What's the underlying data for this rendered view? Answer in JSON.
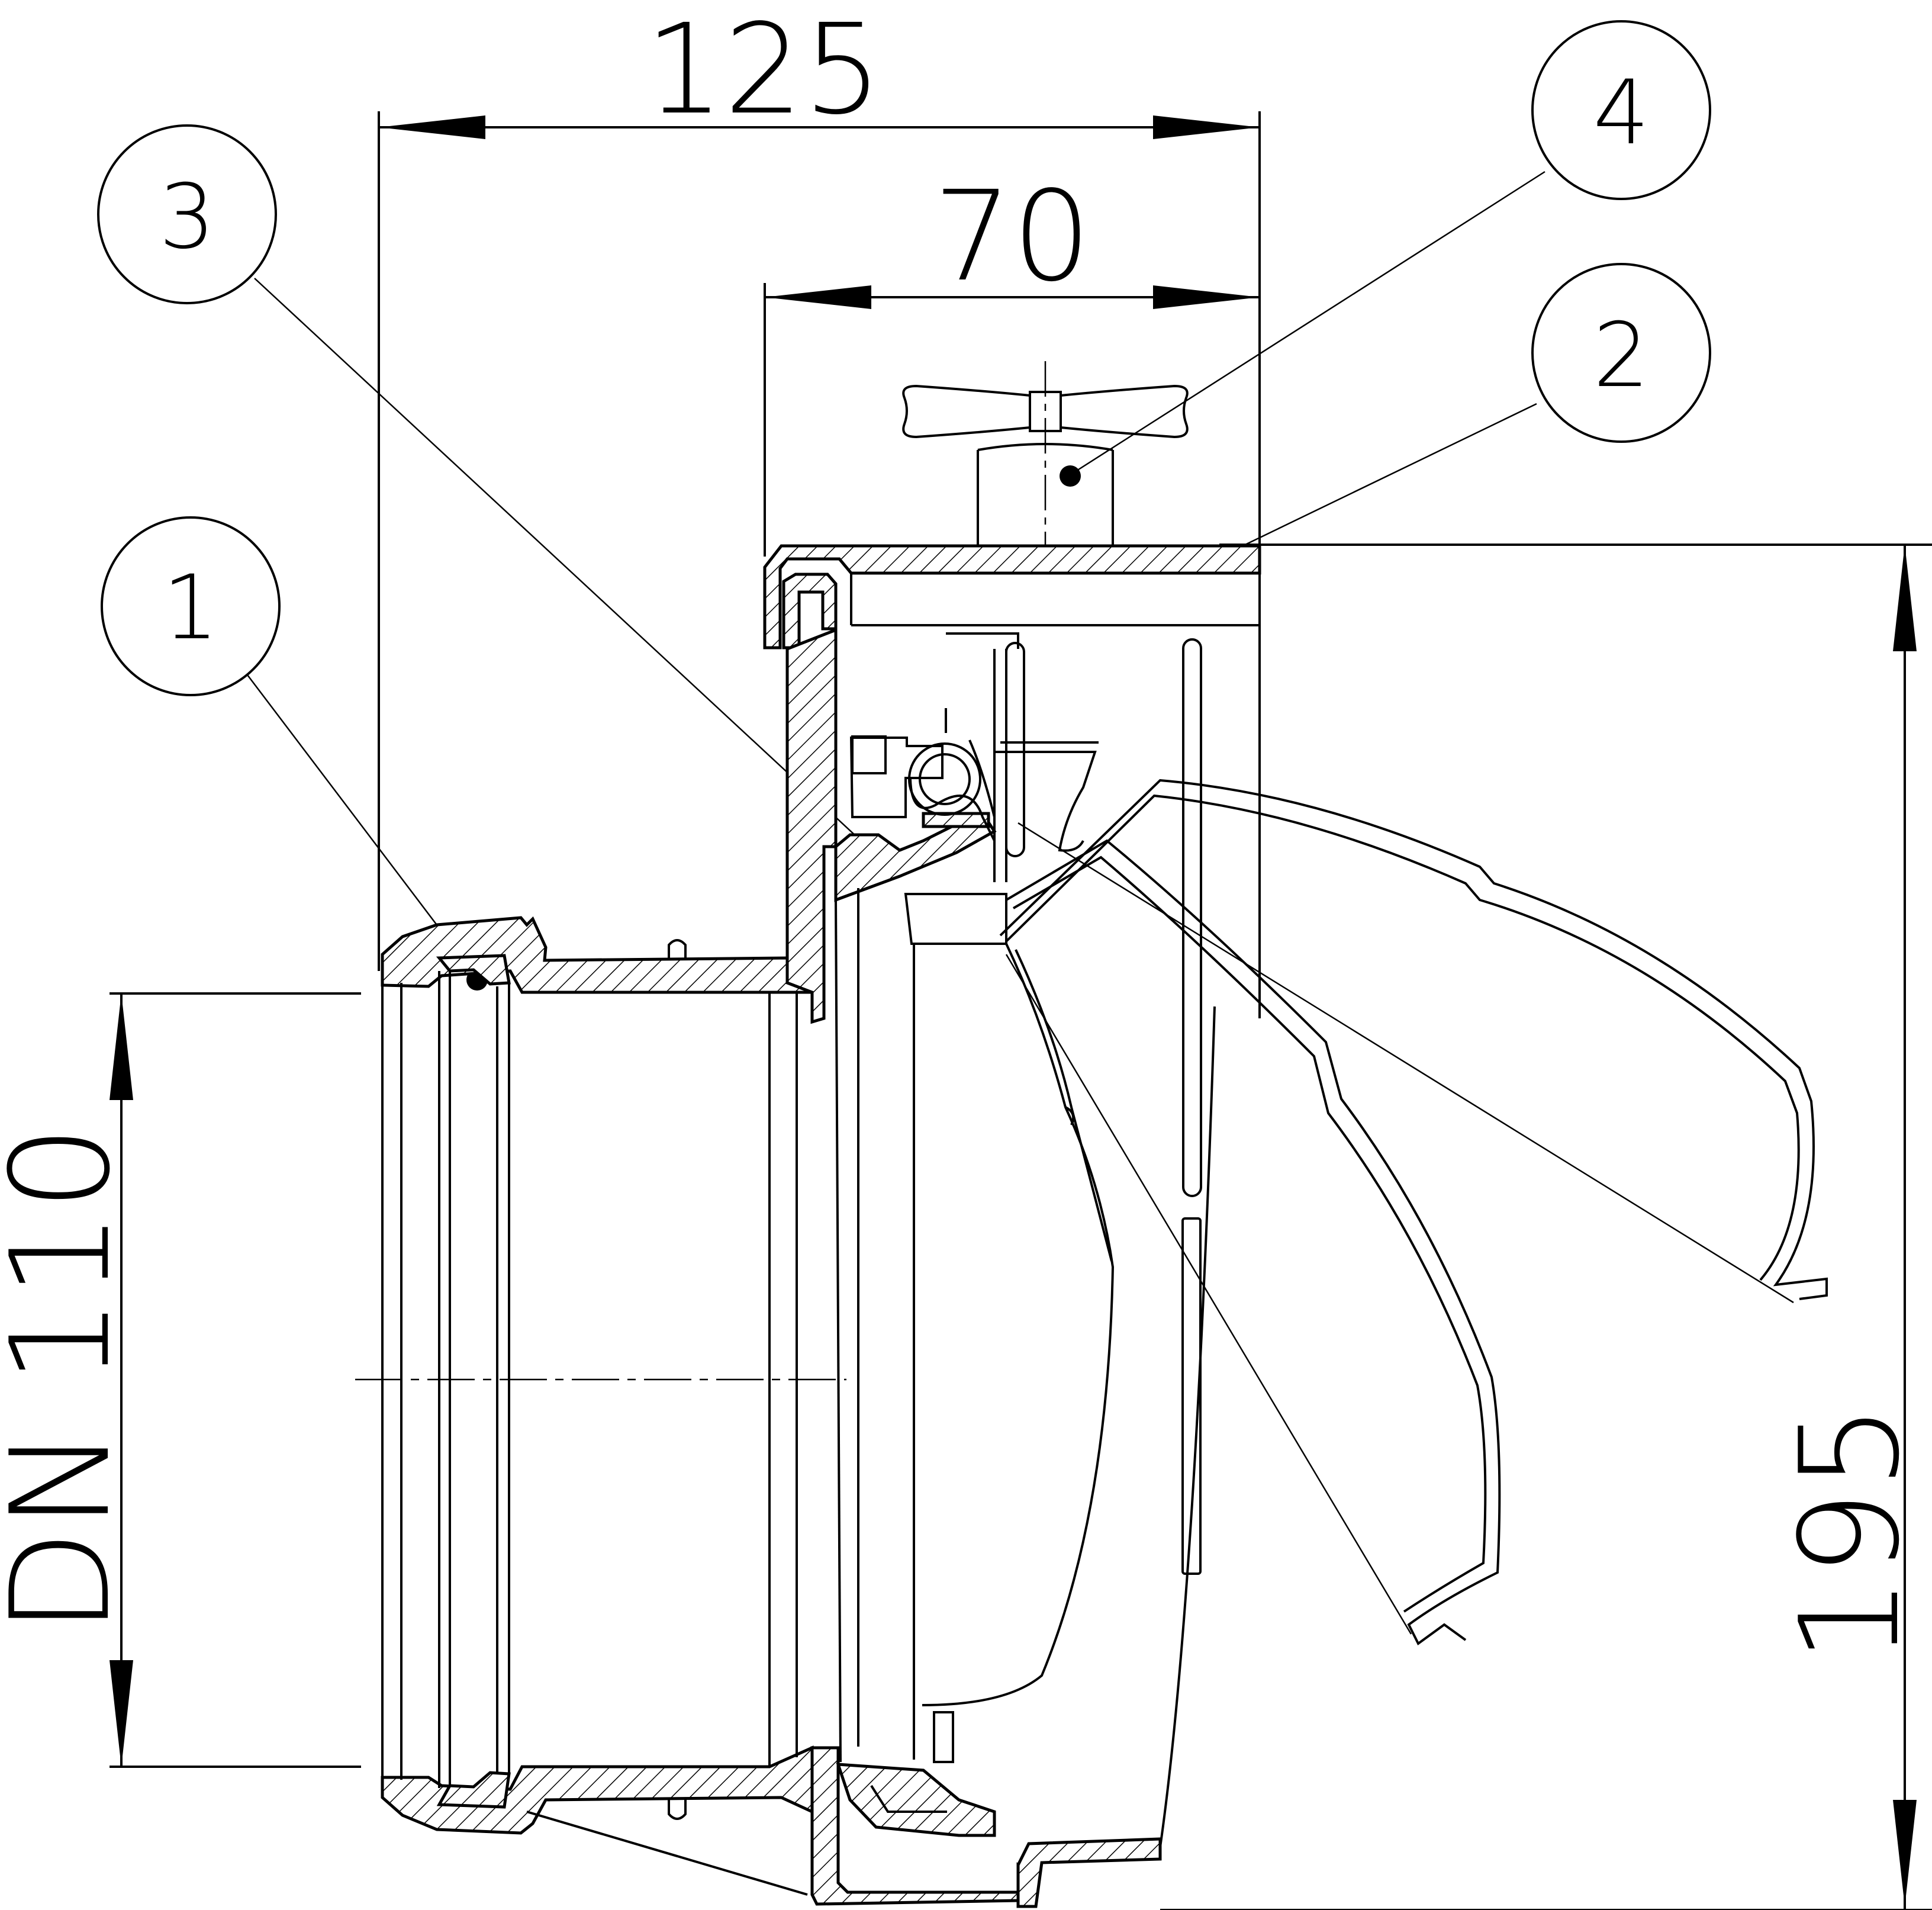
{
  "dimensions": {
    "overall_width": "125",
    "flap_housing_width": "70",
    "nominal_diameter": "DN 110",
    "overall_height": "195"
  },
  "callouts": [
    {
      "number": "1"
    },
    {
      "number": "2"
    },
    {
      "number": "3"
    },
    {
      "number": "4"
    }
  ]
}
